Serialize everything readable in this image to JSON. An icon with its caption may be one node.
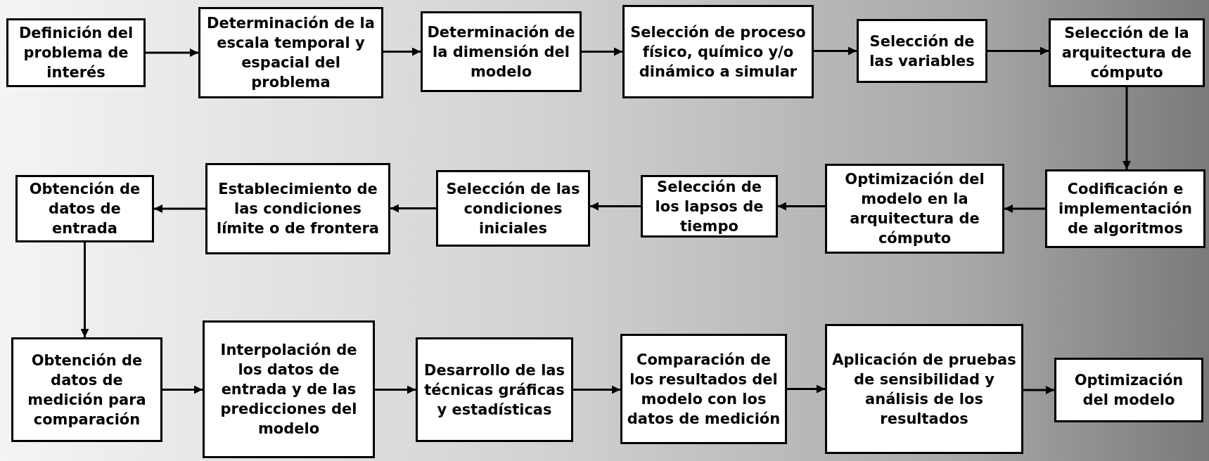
{
  "diagram": {
    "nodes": [
      {
        "text": [
          "Definición del problema de interés"
        ]
      },
      {
        "text": [
          "Determinación de la escala temporal y espacial del problema"
        ]
      },
      {
        "text": [
          "Determinación de la dimensión del modelo"
        ]
      },
      {
        "text": [
          "Selección de proceso físico, químico y/o dinámico a simular"
        ]
      },
      {
        "text": [
          "Selección de las variables"
        ]
      },
      {
        "text": [
          "Selección de la arquitectura de cómputo"
        ]
      },
      {
        "text": [
          "Codificación e implementación de algoritmos"
        ]
      },
      {
        "text": [
          "Optimización del modelo en la arquitectura de cómputo"
        ]
      },
      {
        "text": [
          "Selección de los lapsos de tiempo"
        ]
      },
      {
        "text": [
          "Selección de las condiciones iniciales"
        ]
      },
      {
        "text": [
          "Establecimiento de las condiciones límite o de frontera"
        ]
      },
      {
        "text": [
          "Obtención de datos de entrada"
        ]
      },
      {
        "text": [
          "Obtención de datos de medición para comparación"
        ]
      },
      {
        "text": [
          "Interpolación de los datos de entrada y de las predicciones del modelo"
        ]
      },
      {
        "text": [
          "Desarrollo de las técnicas gráficas y estadísticas"
        ]
      },
      {
        "text": [
          "Comparación de los resultados del modelo con los datos de medición"
        ]
      },
      {
        "text": [
          "Aplicación de pruebas de sensibilidad y análisis de los resultados"
        ]
      },
      {
        "text": [
          "Optimización del modelo"
        ]
      }
    ],
    "edges": [
      {
        "from": 0,
        "to": 1,
        "arrow": "to"
      },
      {
        "from": 1,
        "to": 2,
        "arrow": "to"
      },
      {
        "from": 2,
        "to": 3,
        "arrow": "to"
      },
      {
        "from": 3,
        "to": 4,
        "arrow": "to"
      },
      {
        "from": 4,
        "to": 5,
        "arrow": "to"
      },
      {
        "from": 5,
        "to": 6,
        "arrow": "to"
      },
      {
        "from": 6,
        "to": 7,
        "arrow": "to"
      },
      {
        "from": 7,
        "to": 8,
        "arrow": "to"
      },
      {
        "from": 8,
        "to": 9,
        "arrow": "to"
      },
      {
        "from": 9,
        "to": 10,
        "arrow": "to"
      },
      {
        "from": 10,
        "to": 11,
        "arrow": "to"
      },
      {
        "from": 11,
        "to": 12,
        "arrow": "to"
      },
      {
        "from": 12,
        "to": 13,
        "arrow": "to"
      },
      {
        "from": 13,
        "to": 14,
        "arrow": "to"
      },
      {
        "from": 14,
        "to": 15,
        "arrow": "to"
      },
      {
        "from": 15,
        "to": 16,
        "arrow": "to"
      },
      {
        "from": 16,
        "to": 17,
        "arrow": "to"
      }
    ]
  }
}
